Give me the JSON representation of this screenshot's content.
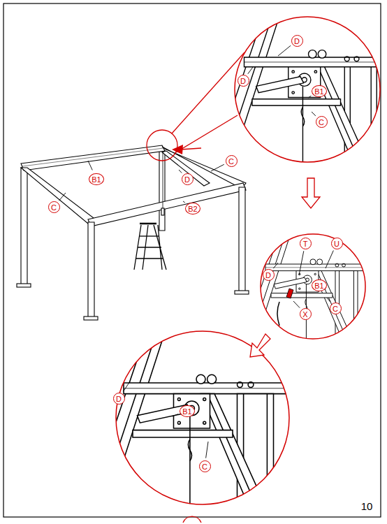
{
  "diagram": {
    "labels": [
      "D",
      "D",
      "B1",
      "C",
      "B1",
      "D",
      "C",
      "C",
      "B2",
      "T",
      "U",
      "D",
      "B1",
      "X",
      "C",
      "D",
      "B1",
      "C",
      "10"
    ]
  }
}
